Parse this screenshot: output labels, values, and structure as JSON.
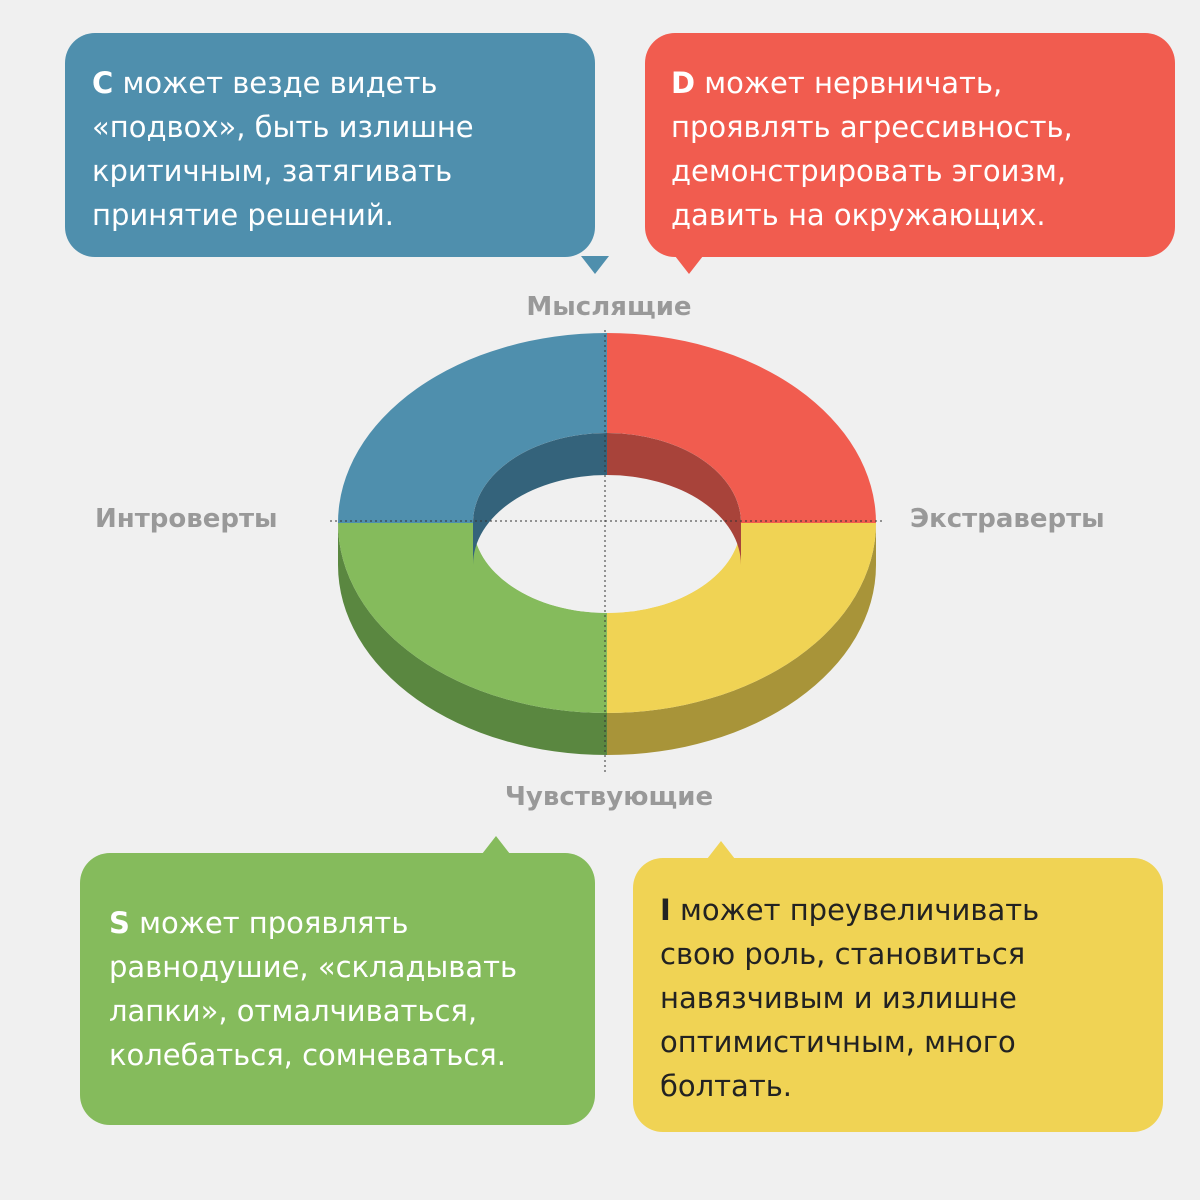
{
  "bubbles": {
    "c": {
      "letter": "C",
      "color": "#4f8fad",
      "lines": [
        " может везде видеть",
        "«подвох», быть излишне",
        "критичным,  затягивать",
        "принятие решений."
      ]
    },
    "d": {
      "letter": "D",
      "color": "#f15c4f",
      "lines": [
        " может нервничать,",
        "проявлять агрессивность,",
        "демонстрировать эгоизм,",
        "давить на окружающих."
      ]
    },
    "s": {
      "letter": "S",
      "color": "#85bb5c",
      "lines": [
        " может проявлять",
        "равнодушие, «складывать",
        "лапки», отмалчиваться,",
        "колебаться, сомневаться."
      ]
    },
    "i": {
      "letter": "I",
      "color": "#f0d354",
      "lines": [
        " может преувеличивать",
        "свою роль, становиться",
        "навязчивым и излишне",
        "оптимистичным, много",
        "болтать."
      ]
    }
  },
  "axes": {
    "top": "Мыслящие",
    "bottom": "Чувствующие",
    "left": "Интроверты",
    "right": "Экстраверты"
  },
  "quadrant_colors": {
    "c": {
      "top": "#4f8fad",
      "inner": "#34637b"
    },
    "d": {
      "top": "#f15c4f",
      "inner": "#a8433a"
    },
    "s": {
      "top": "#85bb5c",
      "side": "#5a8740"
    },
    "i": {
      "top": "#f0d354",
      "side": "#a89439"
    }
  }
}
